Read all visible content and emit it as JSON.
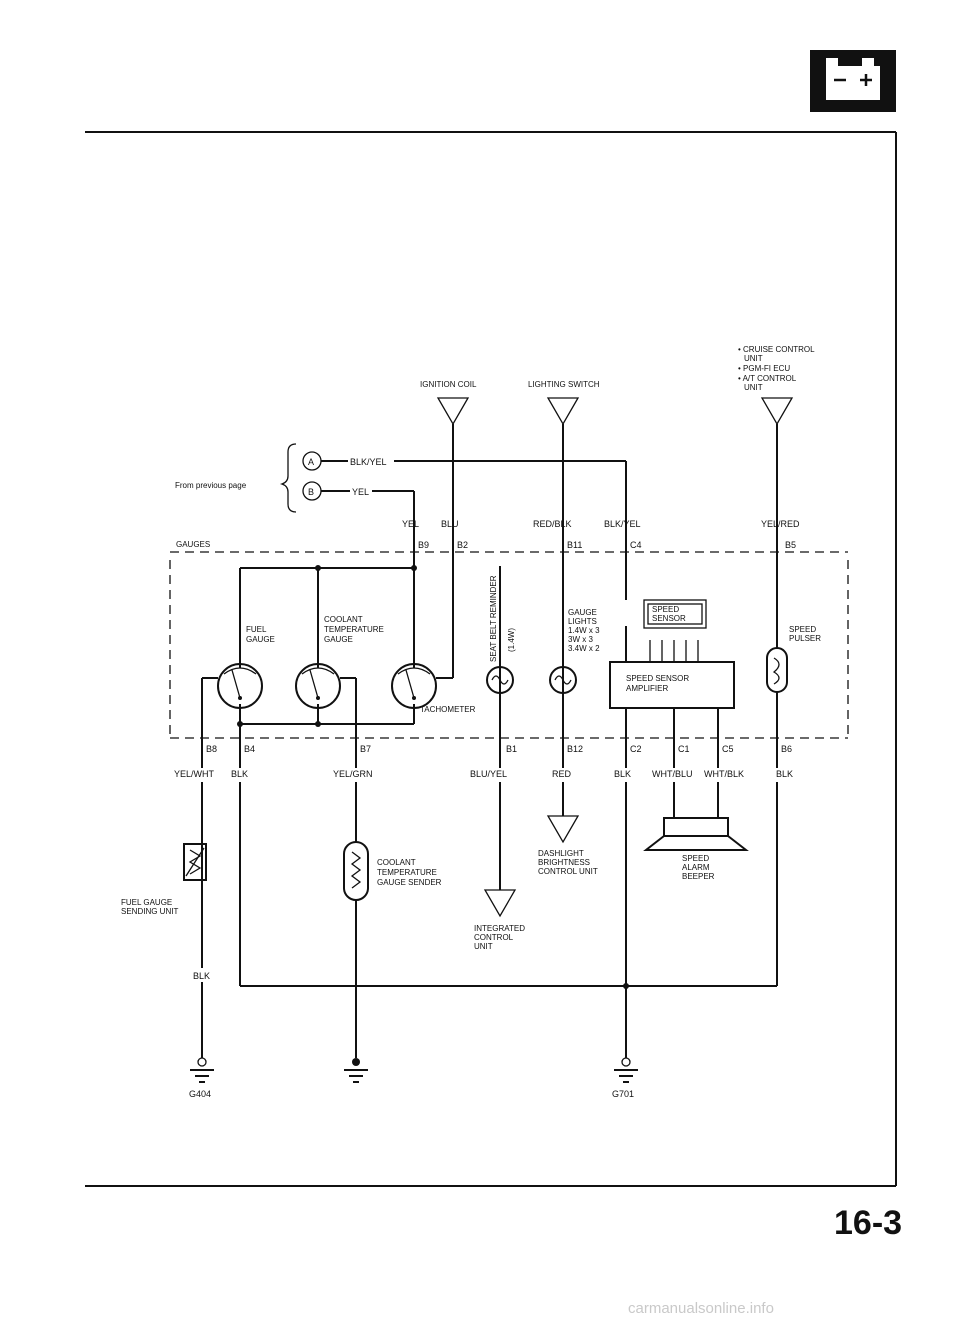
{
  "page_number": "16-3",
  "watermark": "carmanualsonline.info",
  "from_previous_page": "From previous page",
  "section_label": "GAUGES",
  "inputs": {
    "ignition_coil": "IGNITION COIL",
    "lighting_switch": "LIGHTING SWITCH",
    "cruise_lines": [
      "• CRUISE CONTROL",
      "UNIT",
      "• PGM-FI ECU",
      "• A/T CONTROL",
      "UNIT"
    ]
  },
  "connectors": {
    "a": "A",
    "b": "B",
    "a_wire": "BLK/YEL",
    "b_wire": "YEL"
  },
  "wires": {
    "yel": "YEL",
    "blu": "BLU",
    "red_blk": "RED/BLK",
    "blk_yel": "BLK/YEL",
    "yel_red": "YEL/RED",
    "yel_wht": "YEL/WHT",
    "blk_b4": "BLK",
    "yel_grn": "YEL/GRN",
    "blu_yel": "BLU/YEL",
    "red": "RED",
    "blk_c2": "BLK",
    "wht_blu": "WHT/BLU",
    "wht_blk": "WHT/BLK",
    "blk_b6": "BLK",
    "blk_ground": "BLK"
  },
  "terminals": {
    "b9": "B9",
    "b2": "B2",
    "b11": "B11",
    "c4": "C4",
    "b5": "B5",
    "b8": "B8",
    "b4": "B4",
    "b7": "B7",
    "b1": "B1",
    "b12": "B12",
    "c2": "C2",
    "c1": "C1",
    "c5": "C5",
    "b6": "B6"
  },
  "components": {
    "fuel_gauge": [
      "FUEL",
      "GAUGE"
    ],
    "coolant_gauge": [
      "COOLANT",
      "TEMPERATURE",
      "GAUGE"
    ],
    "tachometer": "TACHOMETER",
    "seat_belt": "SEAT BELT REMINDER",
    "seat_belt_rating": "(1.4W)",
    "gauge_lights": [
      "GAUGE",
      "LIGHTS",
      "1.4W x 3",
      "3W x 3",
      "3.4W x 2"
    ],
    "speed_sensor": [
      "SPEED",
      "SENSOR"
    ],
    "speed_sensor_amp": [
      "SPEED SENSOR",
      "AMPLIFIER"
    ],
    "speed_pulser": [
      "SPEED",
      "PULSER"
    ],
    "fuel_sending_unit": [
      "FUEL GAUGE",
      "SENDING UNIT"
    ],
    "coolant_sender": [
      "COOLANT",
      "TEMPERATURE",
      "GAUGE SENDER"
    ],
    "integrated_control": [
      "INTEGRATED",
      "CONTROL",
      "UNIT"
    ],
    "dashlight_control": [
      "DASHLIGHT",
      "BRIGHTNESS",
      "CONTROL UNIT"
    ],
    "speed_alarm": [
      "SPEED",
      "ALARM",
      "BEEPER"
    ]
  },
  "grounds": {
    "g404": "G404",
    "g701": "G701"
  }
}
